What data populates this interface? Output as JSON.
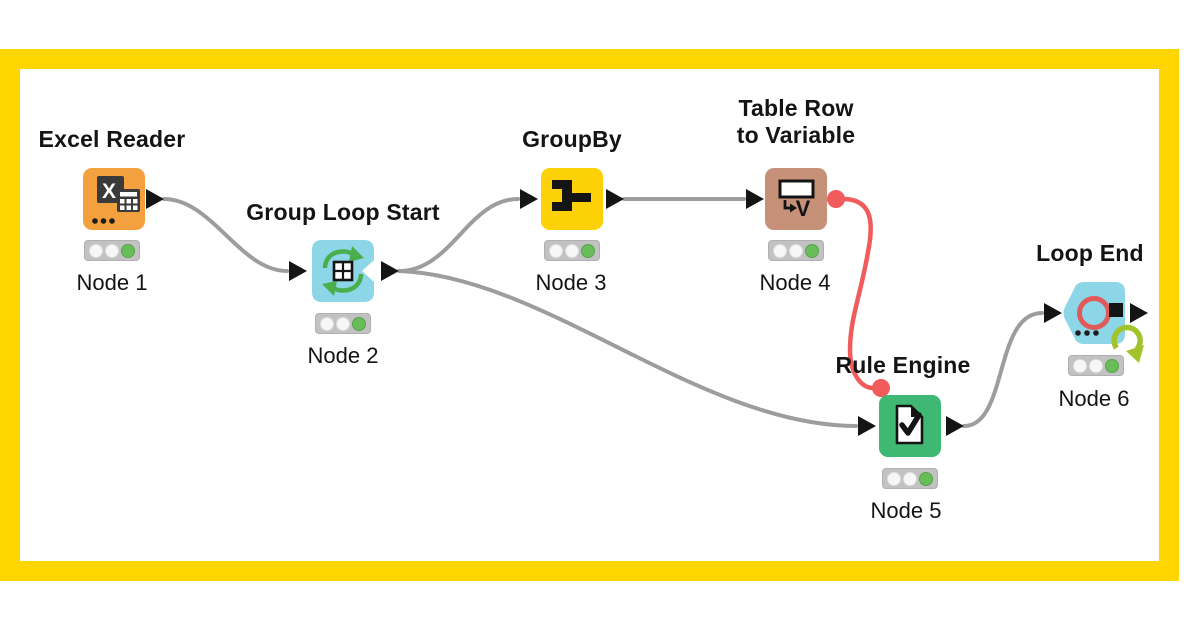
{
  "workflow": {
    "frame_color": "#FFD500",
    "canvas_bg": "#FFFFFF",
    "status_green": "#67BE58",
    "connection_gray": "#9D9D9D",
    "flow_variable_red": "#F15B5B",
    "nodes": [
      {
        "title": "Excel Reader",
        "label": "Node 1",
        "icon": "excel-reader-icon",
        "color": "#F2A13E",
        "status": "executed"
      },
      {
        "title": "Group Loop Start",
        "label": "Node 2",
        "icon": "group-loop-start-icon",
        "color": "#8DD6E8",
        "status": "executed"
      },
      {
        "title": "GroupBy",
        "label": "Node 3",
        "icon": "groupby-icon",
        "color": "#FCD206",
        "status": "executed"
      },
      {
        "title": "Table Row to Variable",
        "label": "Node 4",
        "icon": "table-row-to-variable-icon",
        "color": "#C79078",
        "status": "executed"
      },
      {
        "title": "Rule Engine",
        "label": "Node 5",
        "icon": "rule-engine-icon",
        "color": "#3EB873",
        "status": "executed"
      },
      {
        "title": "Loop End",
        "label": "Node 6",
        "icon": "loop-end-icon",
        "color": "#8DD6E8",
        "status": "executed"
      }
    ],
    "connections": [
      {
        "from": "Node 1",
        "to": "Node 2",
        "type": "data",
        "color": "#9D9D9D"
      },
      {
        "from": "Node 2",
        "to": "Node 3",
        "type": "data",
        "color": "#9D9D9D"
      },
      {
        "from": "Node 2",
        "to": "Node 5",
        "type": "data",
        "color": "#9D9D9D"
      },
      {
        "from": "Node 3",
        "to": "Node 4",
        "type": "data",
        "color": "#9D9D9D"
      },
      {
        "from": "Node 4",
        "to": "Node 5",
        "type": "flow-variable",
        "color": "#F15B5B"
      },
      {
        "from": "Node 5",
        "to": "Node 6",
        "type": "data",
        "color": "#9D9D9D"
      }
    ]
  }
}
